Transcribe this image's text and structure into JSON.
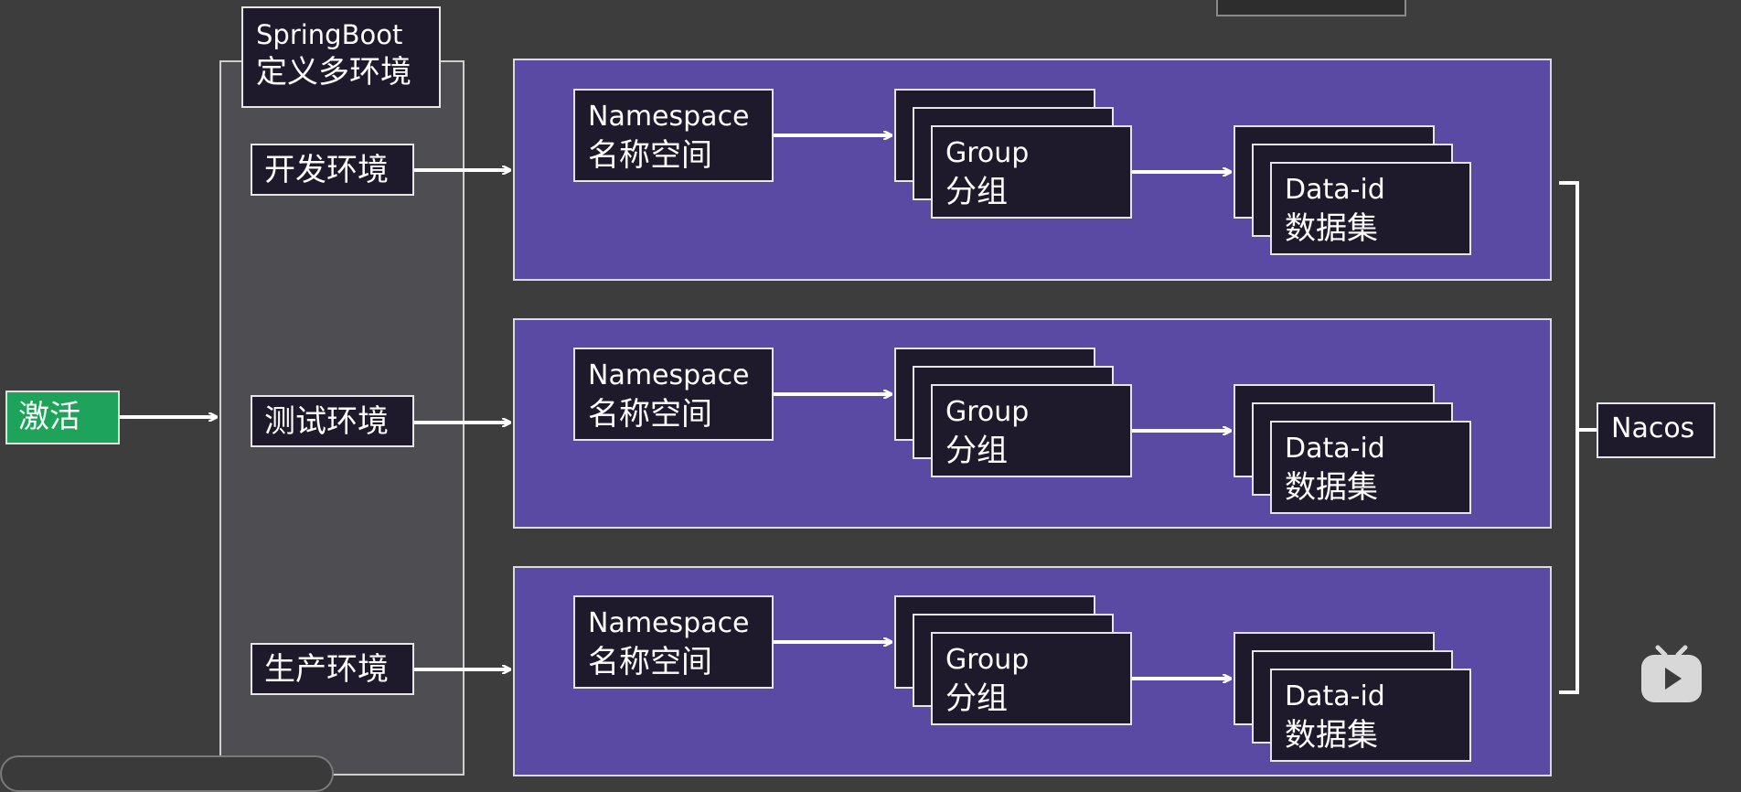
{
  "activate": {
    "label": "激活",
    "color": "#1ea35a"
  },
  "springboot": {
    "line1": "SpringBoot",
    "line2": "定义多环境"
  },
  "environments": [
    {
      "label": "开发环境"
    },
    {
      "label": "测试环境"
    },
    {
      "label": "生产环境"
    }
  ],
  "namespace": {
    "line1": "Namespace",
    "line2": "名称空间"
  },
  "group": {
    "line1": "Group",
    "line2": "分组"
  },
  "dataid": {
    "line1": "Data-id",
    "line2": "数据集"
  },
  "nacos": {
    "label": "Nacos"
  },
  "colors": {
    "background": "#3d3d3d",
    "panel": "#5a4aa3",
    "box": "#1f1a2b",
    "springboot_column": "#4e4d52"
  },
  "icons": [
    "bilibili-tv-icon"
  ]
}
